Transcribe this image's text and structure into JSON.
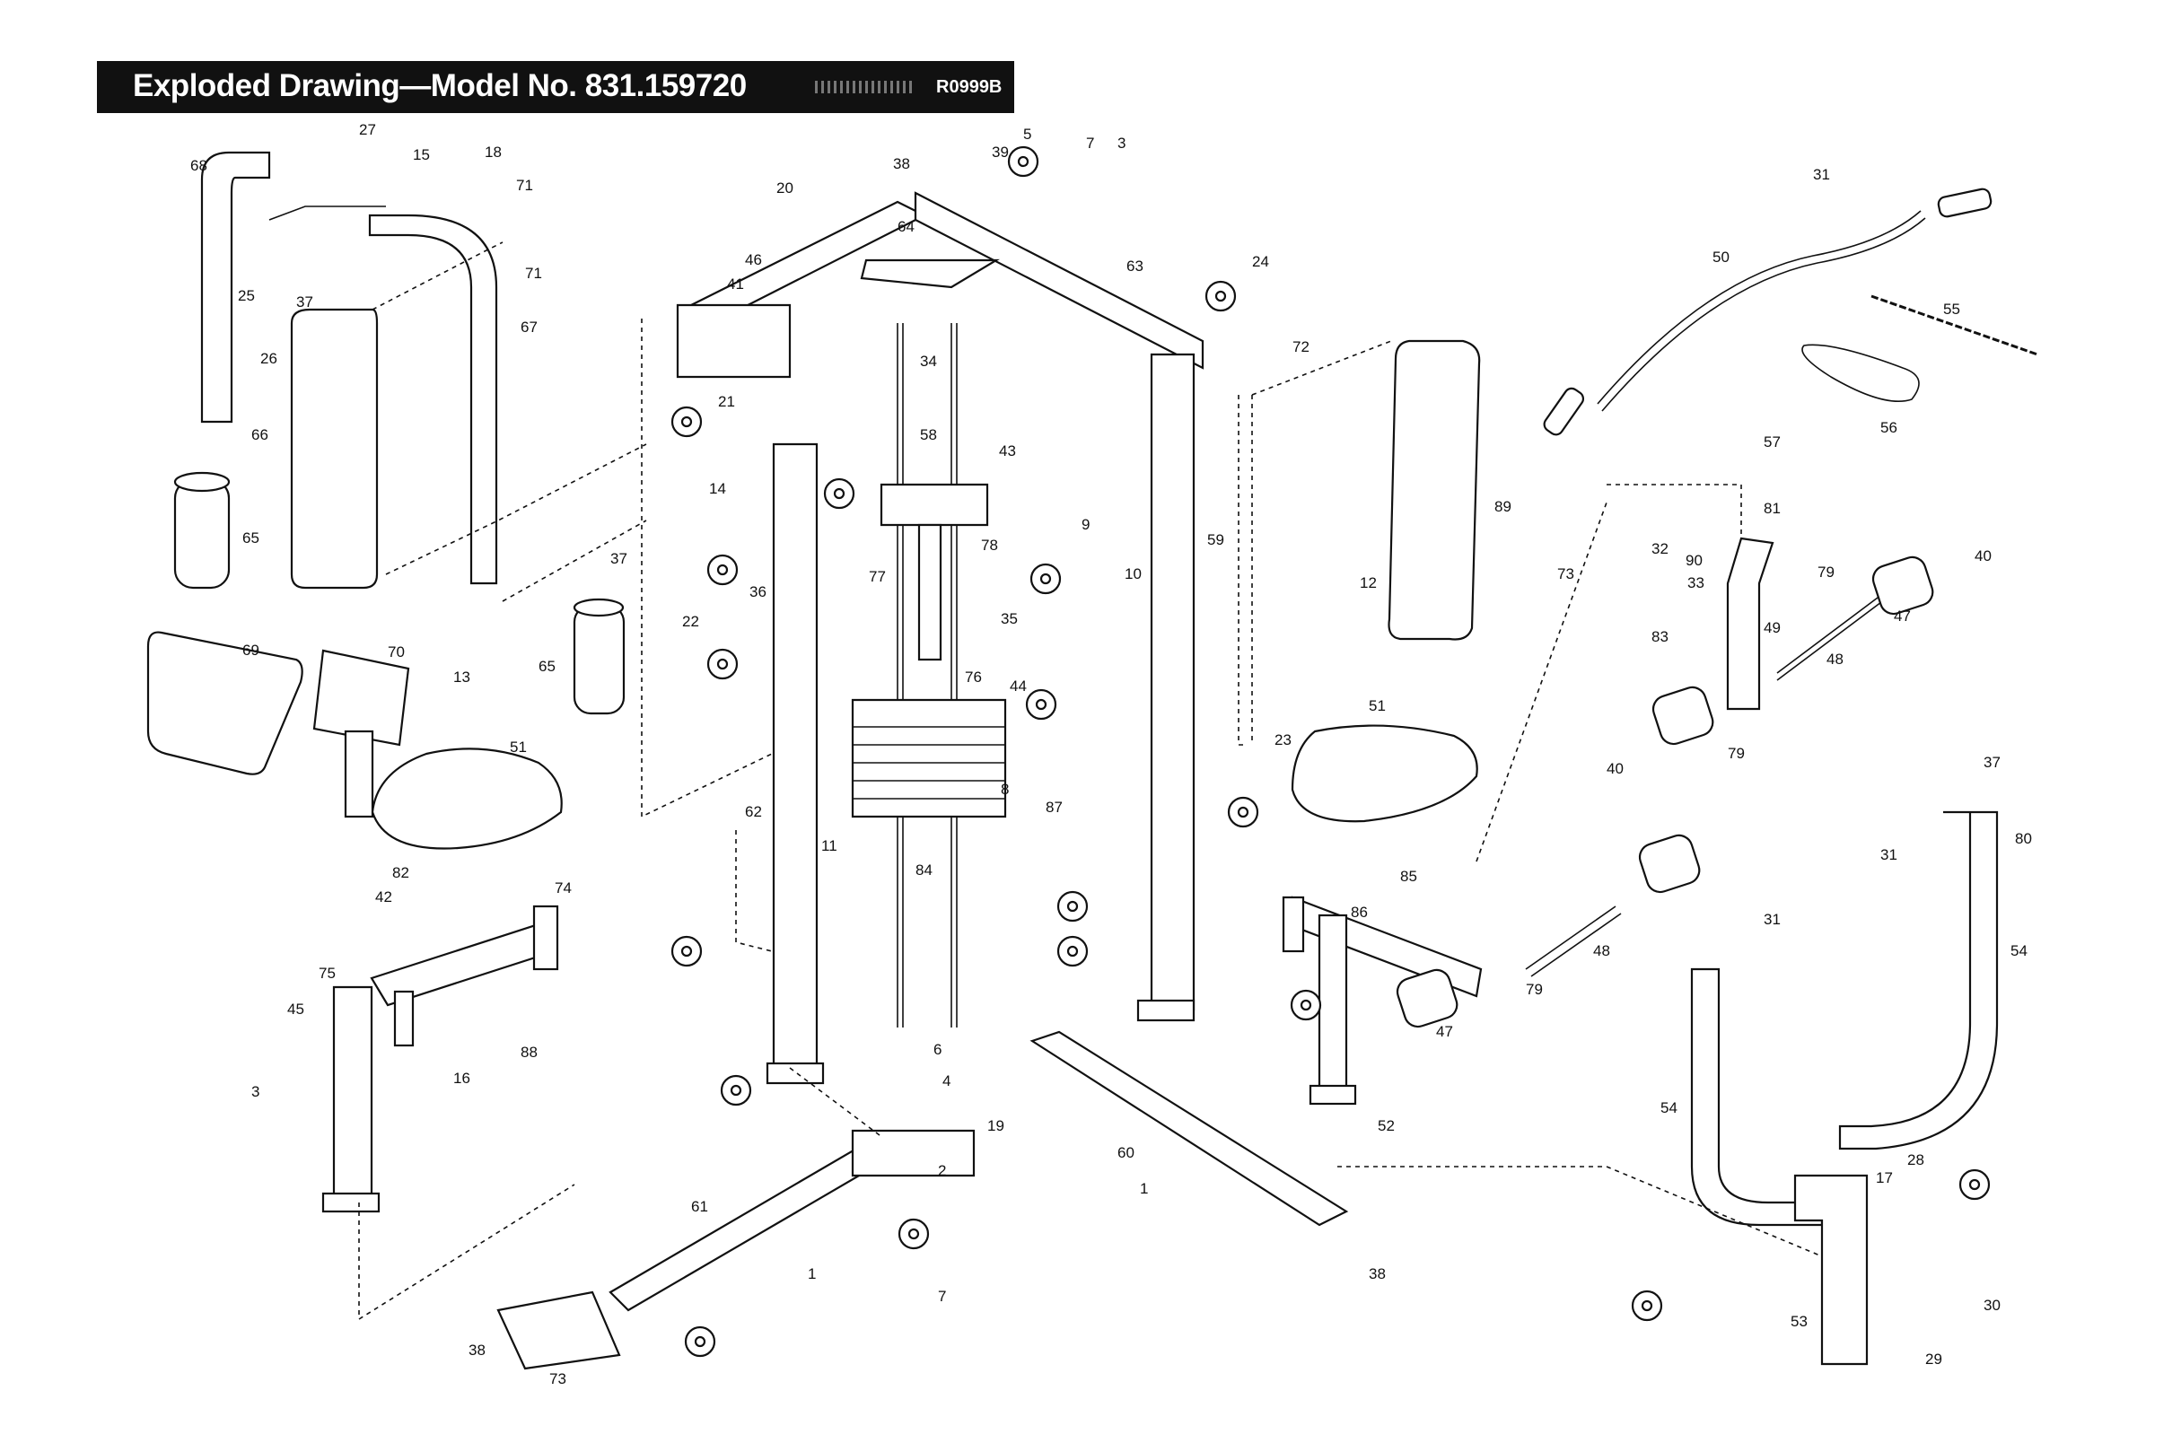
{
  "header": {
    "title": "Exploded Drawing—Model No. 831.159720",
    "code": "R0999B"
  },
  "part_labels": [
    "1",
    "2",
    "3",
    "4",
    "5",
    "6",
    "7",
    "8",
    "9",
    "10",
    "11",
    "12",
    "13",
    "14",
    "15",
    "16",
    "17",
    "18",
    "19",
    "20",
    "21",
    "22",
    "23",
    "24",
    "25",
    "26",
    "27",
    "28",
    "29",
    "30",
    "31",
    "32",
    "33",
    "34",
    "35",
    "36",
    "37",
    "38",
    "39",
    "40",
    "41",
    "42",
    "43",
    "44",
    "45",
    "46",
    "47",
    "48",
    "49",
    "50",
    "51",
    "52",
    "53",
    "54",
    "55",
    "56",
    "57",
    "58",
    "59",
    "60",
    "61",
    "62",
    "63",
    "64",
    "65",
    "66",
    "67",
    "68",
    "69",
    "70",
    "71",
    "72",
    "73",
    "74",
    "75",
    "76",
    "77",
    "78",
    "79",
    "80",
    "81",
    "82",
    "83",
    "84",
    "85",
    "86",
    "87",
    "88",
    "89",
    "90"
  ]
}
